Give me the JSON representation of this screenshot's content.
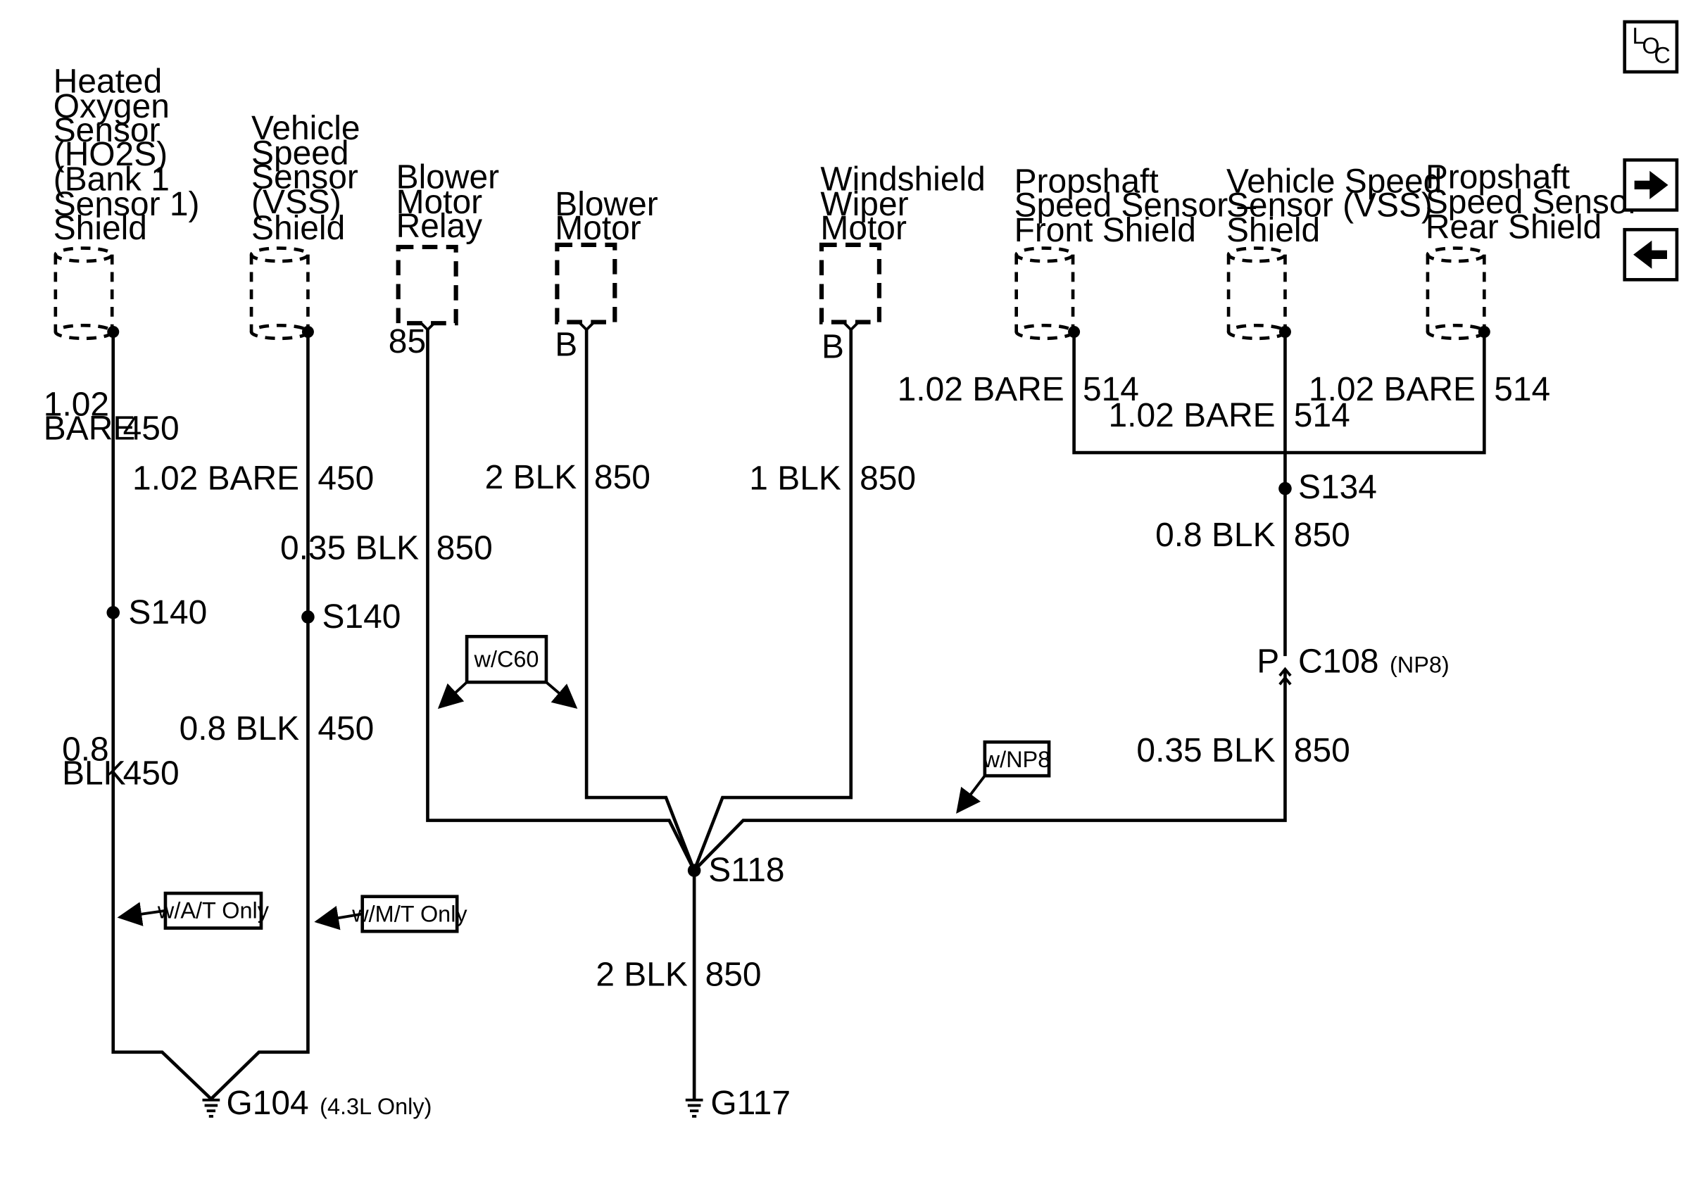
{
  "components": {
    "ho2s": [
      "Heated",
      "Oxygen",
      "Sensor",
      "(HO2S)",
      "(Bank 1",
      "Sensor 1)",
      "Shield"
    ],
    "vss_left": [
      "Vehicle",
      "Speed",
      "Sensor",
      "(VSS)",
      "Shield"
    ],
    "blower_relay": [
      "Blower",
      "Motor",
      "Relay"
    ],
    "blower_motor": [
      "Blower",
      "Motor"
    ],
    "wiper_motor": [
      "Windshield",
      "Wiper",
      "Motor"
    ],
    "propshaft_front": [
      "Propshaft",
      "Speed Sensor –",
      "Front Shield"
    ],
    "vss_right": [
      "Vehicle Speed",
      "Sensor (VSS)",
      "Shield"
    ],
    "propshaft_rear": [
      "Propshaft",
      "Speed Sensor –",
      "Rear Shield"
    ]
  },
  "pins": {
    "relay": "85",
    "blower": "B",
    "wiper": "B",
    "c108": "P"
  },
  "wires": {
    "ho2s_upper": {
      "size": [
        "1.02",
        "BARE"
      ],
      "circuit": "450"
    },
    "ho2s_lower": {
      "size": [
        "0.8",
        "BLK"
      ],
      "circuit": "450"
    },
    "vss_upper": {
      "size": "1.02 BARE",
      "circuit": "450"
    },
    "vss_lower": {
      "size": "0.8 BLK",
      "circuit": "450"
    },
    "relay": {
      "size": "0.35 BLK",
      "circuit": "850"
    },
    "blower": {
      "size": "2 BLK",
      "circuit": "850"
    },
    "wiper": {
      "size": "1 BLK",
      "circuit": "850"
    },
    "prop_front": {
      "size": "1.02 BARE",
      "circuit": "514"
    },
    "vss_right": {
      "size": "1.02 BARE",
      "circuit": "514"
    },
    "prop_rear": {
      "size": "1.02 BARE",
      "circuit": "514"
    },
    "s134_down": {
      "size": "0.8 BLK",
      "circuit": "850"
    },
    "c108_down": {
      "size": "0.35 BLK",
      "circuit": "850"
    },
    "ground": {
      "size": "2 BLK",
      "circuit": "850"
    }
  },
  "splices": {
    "s140a": "S140",
    "s140b": "S140",
    "s118": "S118",
    "s134": "S134"
  },
  "connector": {
    "name": "C108",
    "note": "(NP8)"
  },
  "grounds": {
    "g104": "G104",
    "g104_note": "(4.3L Only)",
    "g117": "G117"
  },
  "options": {
    "c60": "w/C60",
    "np8": "w/NP8",
    "at": "w/A/T Only",
    "mt": "w/M/T Only"
  },
  "nav": {
    "loc_l": "L",
    "loc_o": "O",
    "loc_c": "C",
    "next_icon": "arrow-right-icon",
    "prev_icon": "arrow-left-icon"
  }
}
